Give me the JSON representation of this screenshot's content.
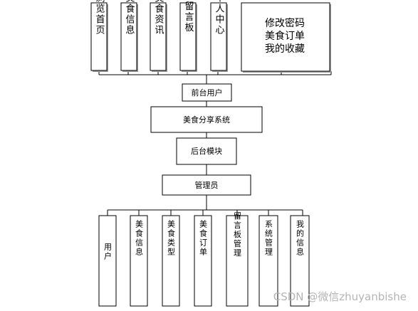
{
  "diagram": {
    "top_modules": [
      "浏览首页",
      "美食信息",
      "美食资讯",
      "留言板",
      "个人中心"
    ],
    "personal_center_items": [
      "修改密码",
      "美食订单",
      "我的收藏"
    ],
    "frontend": "前台用户",
    "system": "美食分享系统",
    "backend": "后台模块",
    "admin": "管理员",
    "bottom_modules": [
      "用户",
      "美食信息",
      "美食类型",
      "美食订单",
      "留言板管理",
      "系统管理",
      "我的信息"
    ]
  },
  "watermark": "CSDN @微信zhuyanbishe"
}
